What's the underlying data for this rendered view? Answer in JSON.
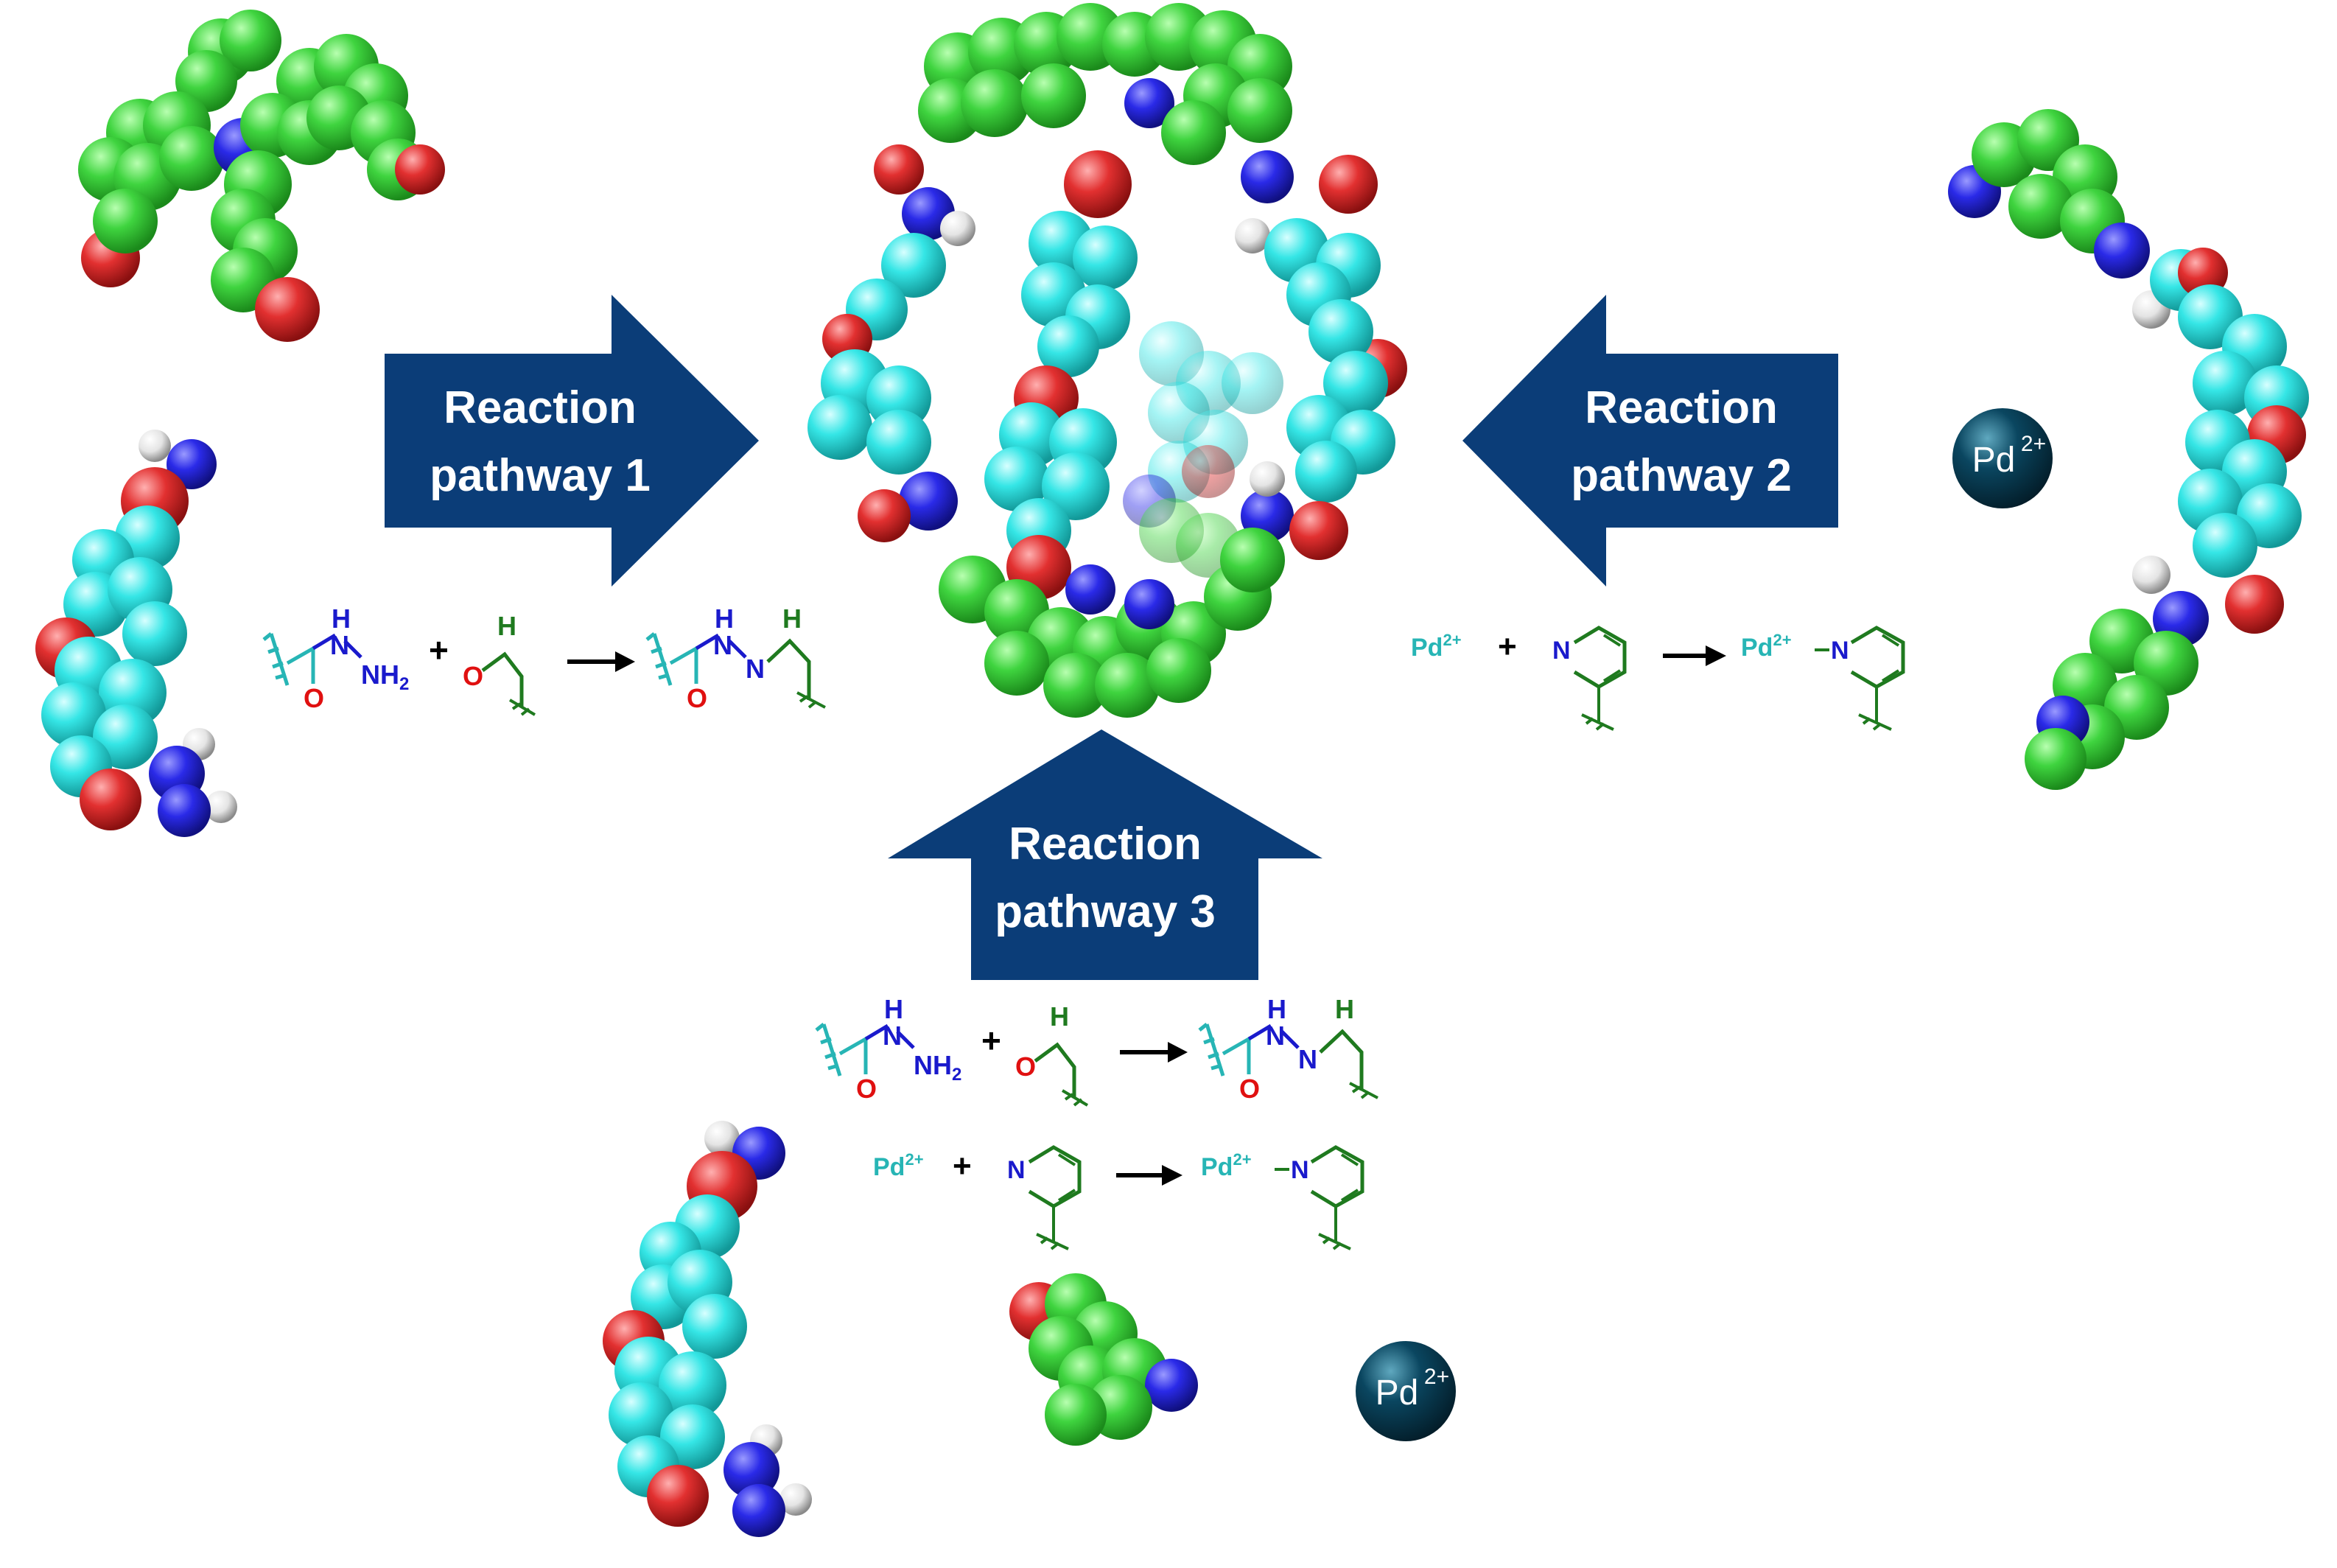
{
  "colors": {
    "arrow": "#0b3d78",
    "carbon_green": "#3fd43f",
    "carbon_cyan": "#35e6e6",
    "oxygen": "#e23030",
    "nitrogen": "#2a2ae8",
    "hydrogen": "#e8e8e8",
    "palladium": "#0a4660",
    "scheme_green": "#1f7a1f",
    "scheme_cyan": "#27b5b5",
    "scheme_blue": "#1a1acc",
    "scheme_red": "#e01010"
  },
  "arrows": {
    "pathway1": {
      "line1": "Reaction",
      "line2": "pathway 1"
    },
    "pathway2": {
      "line1": "Reaction",
      "line2": "pathway 2"
    },
    "pathway3": {
      "line1": "Reaction",
      "line2": "pathway 3"
    }
  },
  "schemes": {
    "hydrazone": {
      "h_label": "H",
      "n_label": "N",
      "nh2_label": "NH",
      "nh2_sub": "2",
      "plus": "+",
      "o_label": "O",
      "product_n": "N"
    },
    "pyridine": {
      "pd": "Pd",
      "pd_charge": "2+",
      "plus": "+",
      "n_label": "N"
    }
  },
  "ions": {
    "pd_right": {
      "symbol": "Pd",
      "charge": "2+"
    },
    "pd_bottom": {
      "symbol": "Pd",
      "charge": "2+"
    }
  }
}
